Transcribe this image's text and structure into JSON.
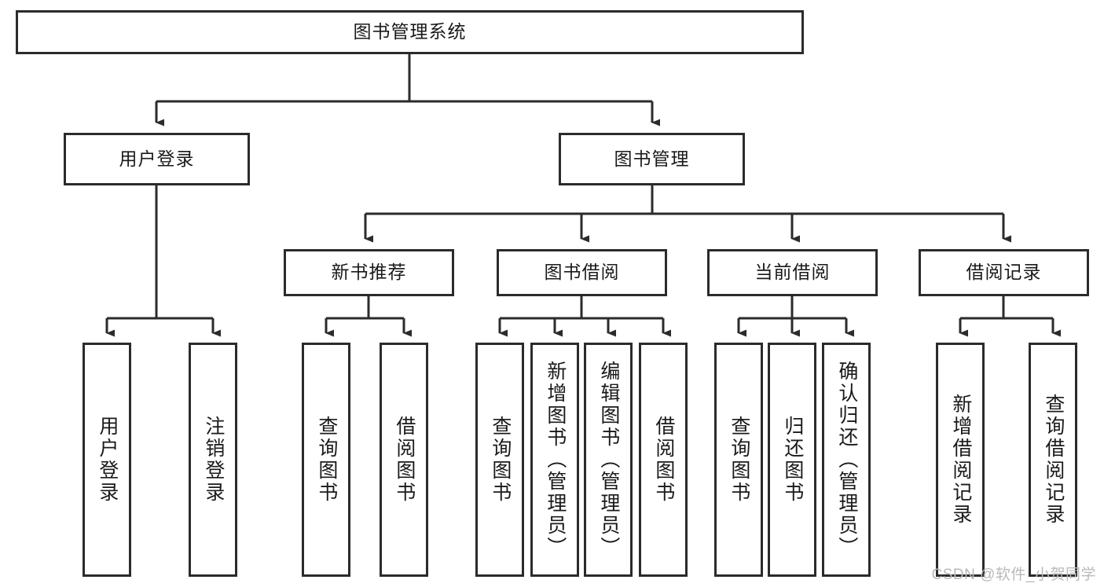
{
  "diagram": {
    "title": "图书管理系统",
    "type": "tree-hierarchy",
    "watermark": "CSDN @软件_小贺同学",
    "colors": {
      "border": "#2b2b2b",
      "fill": "#ffffff",
      "text": "#1a1a1a",
      "link": "#2b2b2b",
      "watermark": "#b9b9b9"
    },
    "root": {
      "label": "图书管理系统"
    },
    "level2": [
      {
        "label": "用户登录"
      },
      {
        "label": "图书管理"
      }
    ],
    "level3": [
      {
        "label": "新书推荐"
      },
      {
        "label": "图书借阅"
      },
      {
        "label": "当前借阅"
      },
      {
        "label": "借阅记录"
      }
    ],
    "leaves": {
      "user_login": [
        {
          "label": "用户登录"
        },
        {
          "label": "注销登录"
        }
      ],
      "new_book_recommend": [
        {
          "label": "查询图书"
        },
        {
          "label": "借阅图书"
        }
      ],
      "book_borrow": [
        {
          "label": "查询图书"
        },
        {
          "label": "新增图书（管理员）"
        },
        {
          "label": "编辑图书（管理员）"
        },
        {
          "label": "借阅图书"
        }
      ],
      "current_borrow": [
        {
          "label": "查询图书"
        },
        {
          "label": "归还图书"
        },
        {
          "label": "确认归还（管理员）"
        }
      ],
      "borrow_record": [
        {
          "label": "新增借阅记录"
        },
        {
          "label": "查询借阅记录"
        }
      ]
    }
  }
}
